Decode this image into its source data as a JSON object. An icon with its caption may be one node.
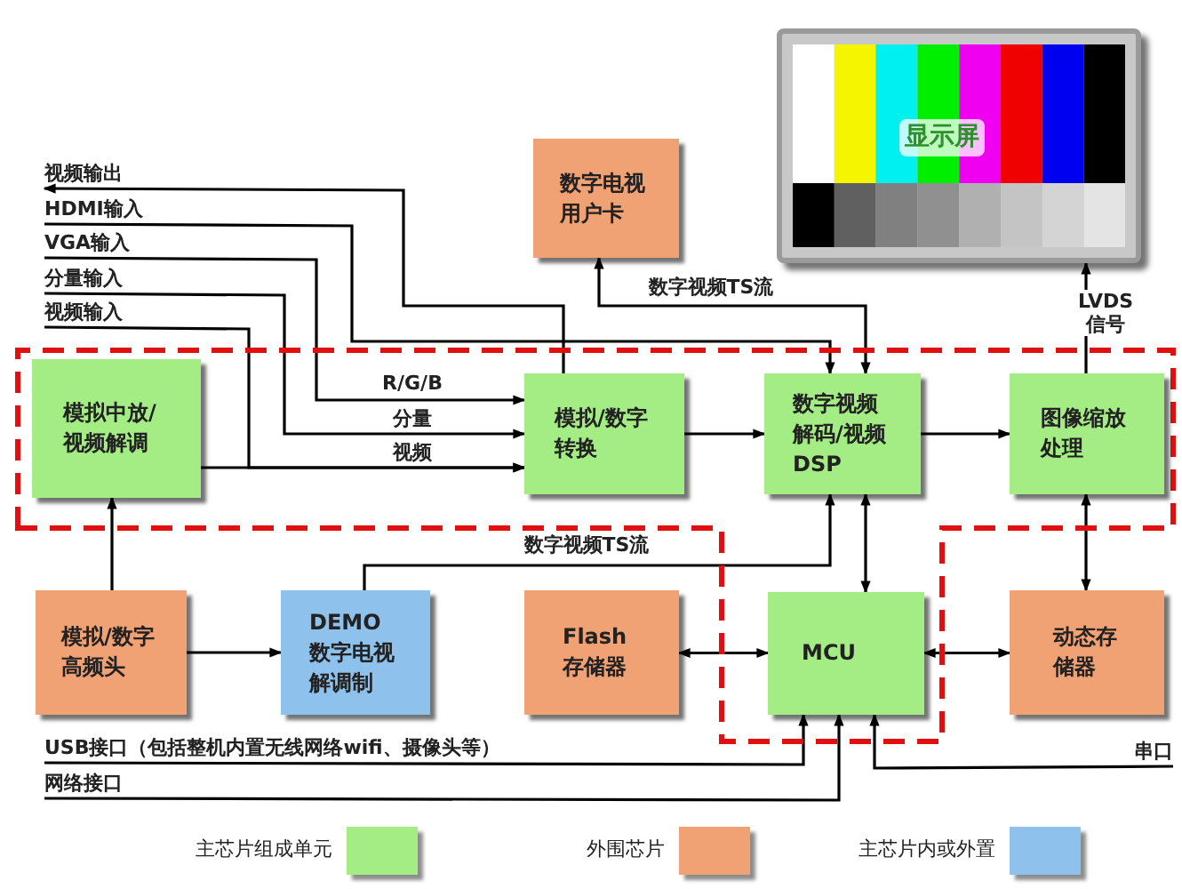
{
  "diagram": {
    "nodes": [
      {
        "text": [],
        "shape": "box"
      },
      {
        "text": [
          "模拟中放/视频解调"
        ],
        "in": 0
      },
      {
        "text": [
          "模拟/数字转换"
        ],
        "in": 0
      },
      {
        "text": [
          "数字视频解码/视频DSP"
        ],
        "in": 0
      },
      {
        "text": [
          "图像缩放处理"
        ],
        "in": 0
      },
      {
        "text": [
          "数字电视用户卡"
        ]
      },
      {
        "text": [
          "显示屏"
        ]
      },
      {
        "text": [
          "模拟/数字高频头"
        ]
      },
      {
        "text": [
          "DEMO 数字电视解调制"
        ]
      },
      {
        "text": [
          "Flash存储器"
        ]
      },
      {
        "text": [
          "MCU"
        ],
        "in": 0
      },
      {
        "text": [
          "动态存储器"
        ]
      },
      {
        "text": [
          "视频输出"
        ]
      },
      {
        "text": [
          "HDMI输入"
        ]
      },
      {
        "text": [
          "VGA输入"
        ]
      },
      {
        "text": [
          "分量输入"
        ]
      },
      {
        "text": [
          "视频输入"
        ]
      },
      {
        "text": [
          "USB接口（包括整机内置无线网络wifi、摄像头等）"
        ]
      },
      {
        "text": [
          "网络接口"
        ]
      },
      {
        "text": [
          "串口"
        ]
      }
    ],
    "edges": [
      {
        "from": 2,
        "to": 12,
        "arrow": "to"
      },
      {
        "from": 13,
        "to": 3,
        "arrow": "to"
      },
      {
        "from": 14,
        "to": 2,
        "arrow": "to",
        "label": "R/G/B"
      },
      {
        "from": 15,
        "to": 2,
        "arrow": "to",
        "label": "分量"
      },
      {
        "from": 16,
        "to": 2,
        "arrow": "to"
      },
      {
        "from": 1,
        "to": 2,
        "arrow": "to",
        "label": "视频"
      },
      {
        "from": 2,
        "to": 3,
        "arrow": "to"
      },
      {
        "from": 3,
        "to": 4,
        "arrow": "to"
      },
      {
        "from": 4,
        "to": 6,
        "arrow": "to",
        "label": "LVDS 信号"
      },
      {
        "from": 3,
        "to": 5,
        "arrow": "both",
        "label": "数字视频TS流"
      },
      {
        "from": 7,
        "to": 1,
        "arrow": "to"
      },
      {
        "from": 7,
        "to": 8,
        "arrow": "to"
      },
      {
        "from": 8,
        "to": 3,
        "arrow": "to",
        "label": "数字视频TS流"
      },
      {
        "from": 10,
        "to": 3,
        "arrow": "both"
      },
      {
        "from": 9,
        "to": 10,
        "arrow": "both"
      },
      {
        "from": 10,
        "to": 11,
        "arrow": "both"
      },
      {
        "from": 11,
        "to": 4,
        "arrow": "both"
      },
      {
        "from": 17,
        "to": 10,
        "arrow": "to"
      },
      {
        "from": 18,
        "to": 10,
        "arrow": "to"
      },
      {
        "from": 19,
        "to": 10,
        "arrow": "to"
      }
    ],
    "legend": [
      {
        "text": "主芯片组成单元",
        "color": "#a4ec84"
      },
      {
        "text": "外围芯片",
        "color": "#f0a274"
      },
      {
        "text": "主芯片内或外置",
        "color": "#8ec2ec"
      }
    ]
  }
}
